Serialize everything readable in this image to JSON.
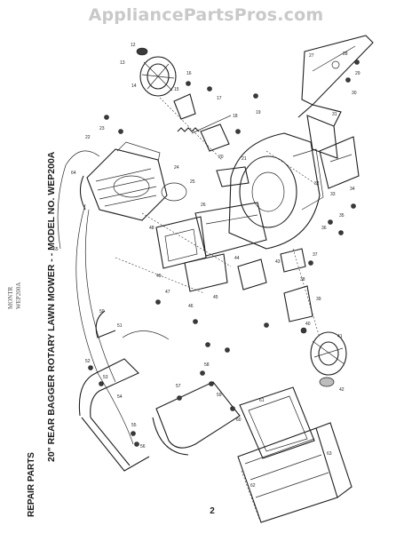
{
  "watermark": "AppliancePartsPros.com",
  "title": "20\" REAR BAGGER ROTARY LAWN MOWER - - MODEL NO. WEP200A",
  "section_label": "REPAIR PARTS",
  "brand_lines": [
    "MONTR",
    "WEP200A"
  ],
  "page_number": "2",
  "callouts": [
    "12",
    "13",
    "14",
    "15",
    "16",
    "17",
    "18",
    "19",
    "20",
    "21",
    "22",
    "23",
    "24",
    "25",
    "26",
    "27",
    "28",
    "29",
    "30",
    "31",
    "32",
    "33",
    "34",
    "35",
    "36",
    "37",
    "38",
    "39",
    "40",
    "41",
    "42",
    "43",
    "44",
    "45",
    "46",
    "47",
    "48",
    "49",
    "50",
    "51",
    "52",
    "53",
    "54",
    "55",
    "56",
    "57",
    "58",
    "59",
    "60",
    "61",
    "62",
    "63",
    "64",
    "65"
  ]
}
